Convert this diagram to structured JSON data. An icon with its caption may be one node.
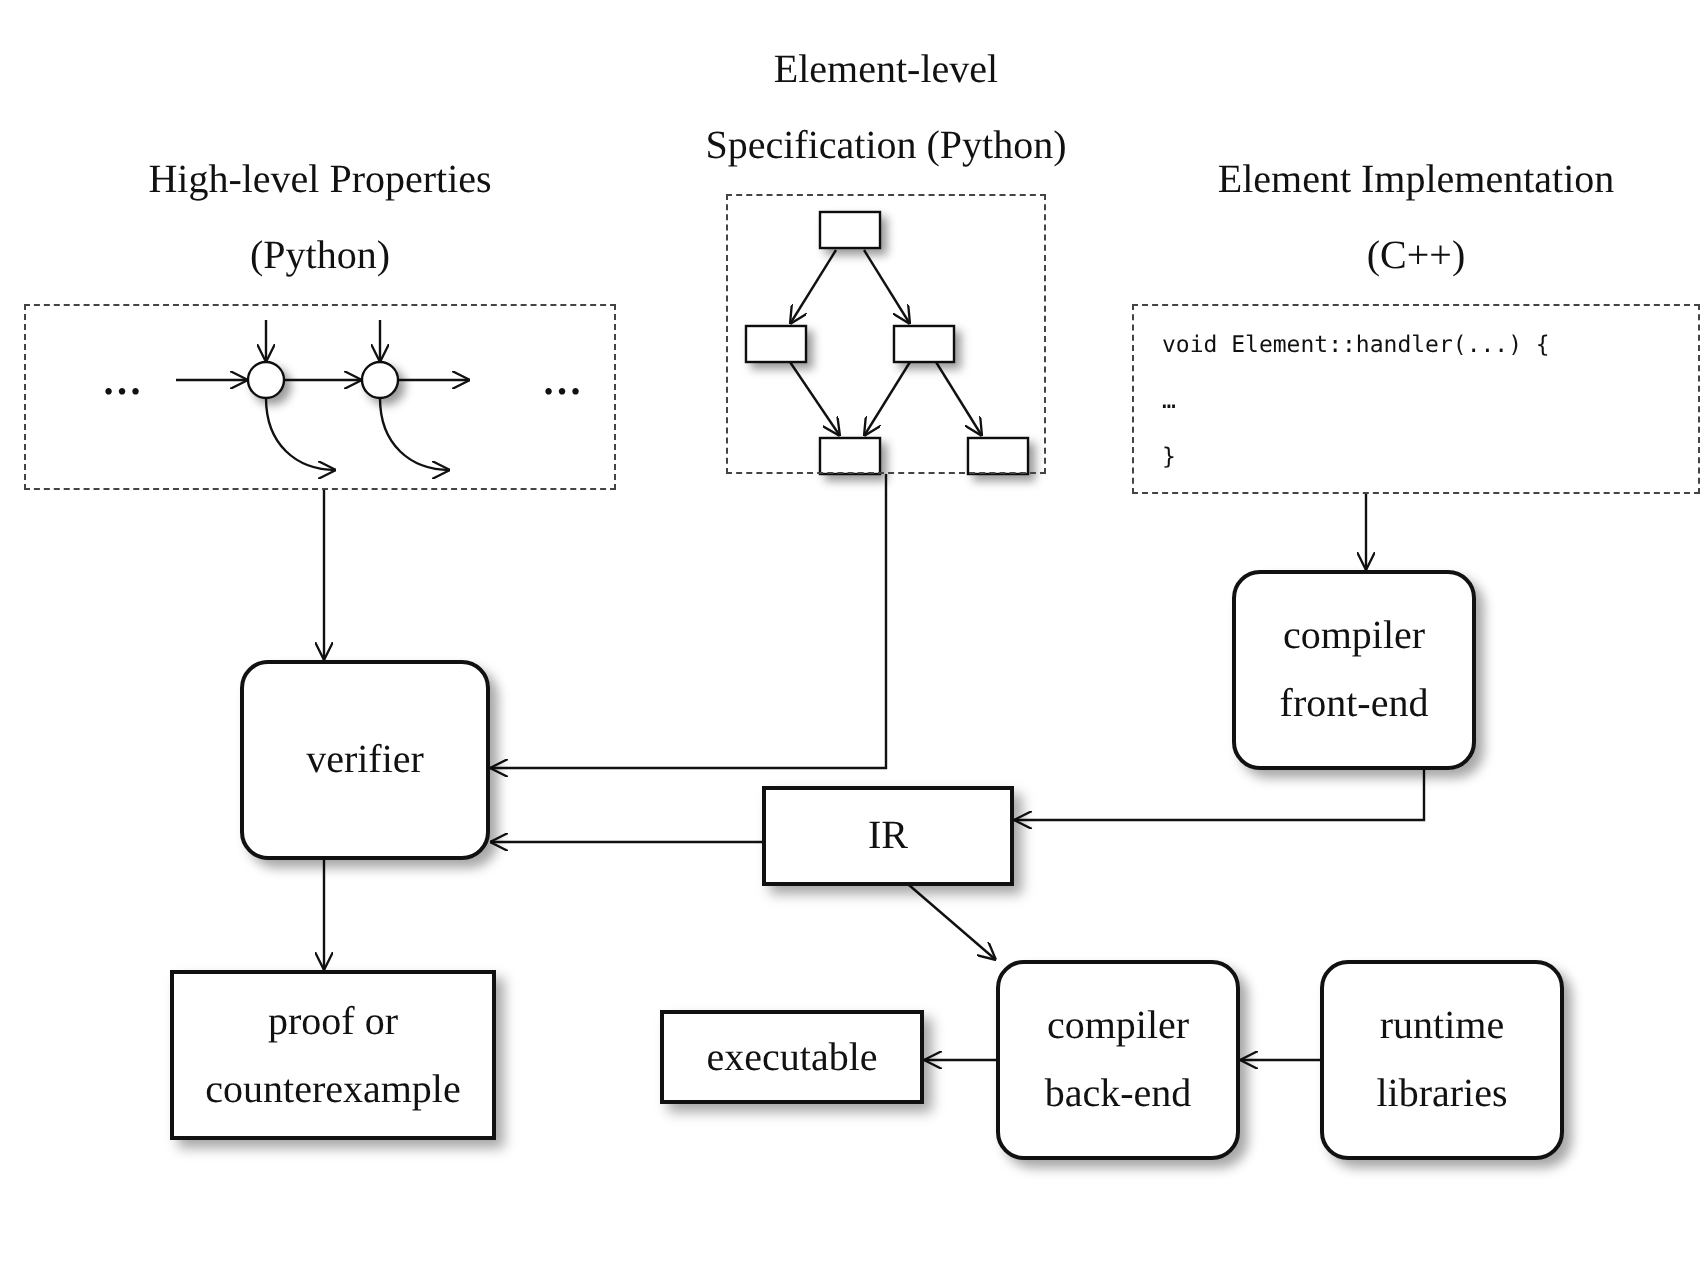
{
  "diagram": {
    "nodes": [
      {
        "text": [
          "High-level Properties (Python)",
          "…",
          "…"
        ]
      },
      {
        "text": [
          "Element-level Specification (Python)"
        ]
      },
      {
        "text": [
          "Element Implementation (C++)",
          "void Element::handler(...) {",
          "…",
          "}"
        ]
      },
      {
        "text": [
          "compiler front-end"
        ]
      },
      {
        "text": [
          "verifier"
        ]
      },
      {
        "text": [
          "IR"
        ]
      },
      {
        "text": [
          "proof or counterexample"
        ]
      },
      {
        "text": [
          "executable"
        ]
      },
      {
        "text": [
          "compiler back-end"
        ]
      },
      {
        "text": [
          "runtime libraries"
        ]
      }
    ],
    "edges": [
      {
        "from": 0,
        "to": 4,
        "arrow": "to"
      },
      {
        "from": 1,
        "to": 4,
        "arrow": "to"
      },
      {
        "from": 2,
        "to": 3,
        "arrow": "to"
      },
      {
        "from": 3,
        "to": 5,
        "arrow": "to"
      },
      {
        "from": 5,
        "to": 4,
        "arrow": "to"
      },
      {
        "from": 4,
        "to": 6,
        "arrow": "to"
      },
      {
        "from": 5,
        "to": 8,
        "arrow": "to"
      },
      {
        "from": 9,
        "to": 8,
        "arrow": "to"
      },
      {
        "from": 8,
        "to": 7,
        "arrow": "to"
      }
    ]
  }
}
